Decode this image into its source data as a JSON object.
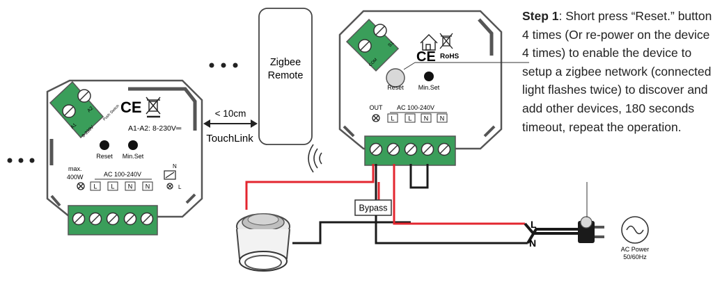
{
  "dimmer": {
    "terminal_a1": "A1",
    "terminal_a2": "A2",
    "side_voltage": "8-230V",
    "push_label": "Push Switch",
    "ce": "CE",
    "a1a2_spec": "A1-A2: 8-230V",
    "reset": "Reset",
    "min_set": "Min.Set",
    "max_label": "max.",
    "max_watts": "400W",
    "ac_label": "AC 100-240V",
    "terminals": [
      "L",
      "L",
      "N",
      "N"
    ],
    "load_n": "N",
    "load_l": "L"
  },
  "distance_label": "< 10cm",
  "touchlink_label": "TouchLink",
  "remote": {
    "line1": "Zigbee",
    "line2": "Remote"
  },
  "switch_module": {
    "terminal_com": "COM",
    "terminal_s1": "S1",
    "ce": "CE",
    "rohs": "RoHS",
    "reset": "Reset",
    "min_set": "Min.Set",
    "out_label": "OUT",
    "ac_label": "AC 100-240V",
    "terminals": [
      "L",
      "L",
      "N",
      "N"
    ]
  },
  "bypass_label": "Bypass",
  "wire_l": "L",
  "wire_n": "N",
  "ac_power": {
    "line1": "AC Power",
    "line2": "50/60Hz"
  },
  "step": {
    "heading": "Step 1",
    "text": ": Short press “Reset.” button 4 times (Or re-power on the device 4 times) to enable the device to setup a zigbee network (connected light flashes twice) to discover and add other devices, 180 seconds timeout, repeat the operation."
  },
  "colors": {
    "live_wire": "#e3262f",
    "neutral_wire": "#1a1a1a",
    "terminal_green": "#3a9e5a",
    "device_outline": "#555555"
  }
}
